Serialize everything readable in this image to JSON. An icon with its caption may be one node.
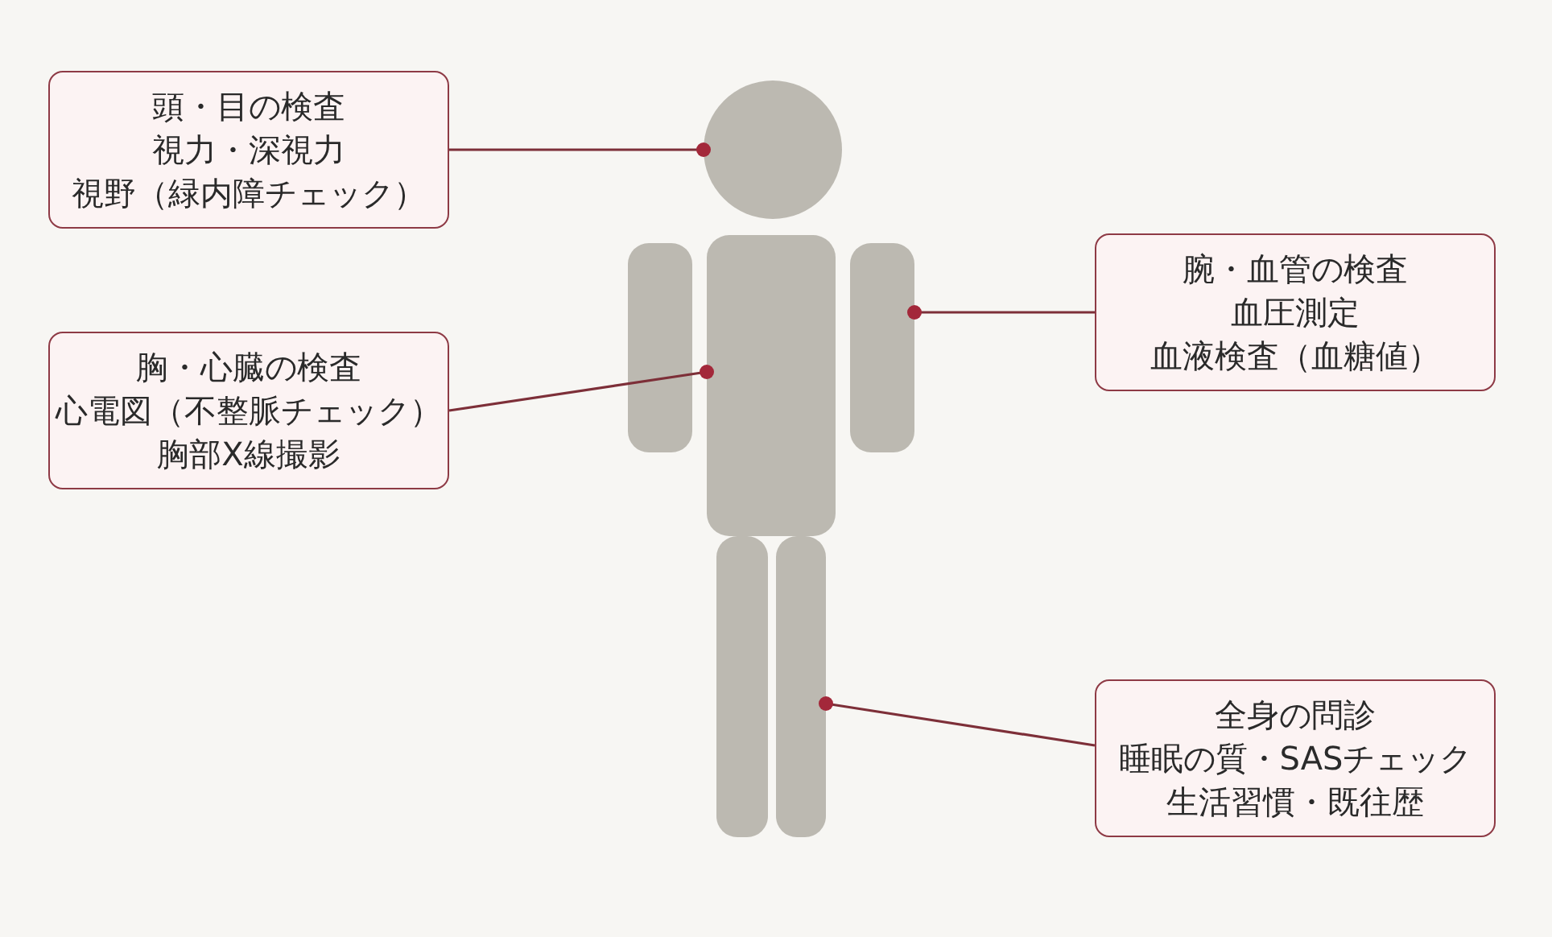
{
  "diagram": {
    "nodes": [
      {
        "text": [
          "頭・目の検査",
          "視力・深視力",
          "視野（緑内障チェック）"
        ]
      },
      {
        "text": [
          "腕・血管の検査",
          "血圧測定",
          "血液検査（血糖値）"
        ]
      },
      {
        "text": [
          "胸・心臓の検査",
          "心電図（不整脈チェック）",
          "胸部X線撮影"
        ]
      },
      {
        "text": [
          "全身の問診",
          "睡眠の質・SASチェック",
          "生活習慣・既往歴"
        ]
      },
      {
        "text": [],
        "shape": "circle"
      },
      {
        "text": [],
        "shape": "box"
      },
      {
        "text": [],
        "shape": "box"
      },
      {
        "text": [],
        "shape": "box"
      },
      {
        "text": [],
        "shape": "box"
      },
      {
        "text": [],
        "shape": "box"
      }
    ],
    "edges": [
      {
        "from": 0,
        "to": 4,
        "arrow": "other"
      },
      {
        "from": 1,
        "to": 6,
        "arrow": "other"
      },
      {
        "from": 2,
        "to": 5,
        "arrow": "other"
      },
      {
        "from": 3,
        "to": 7,
        "arrow": "other"
      }
    ]
  }
}
